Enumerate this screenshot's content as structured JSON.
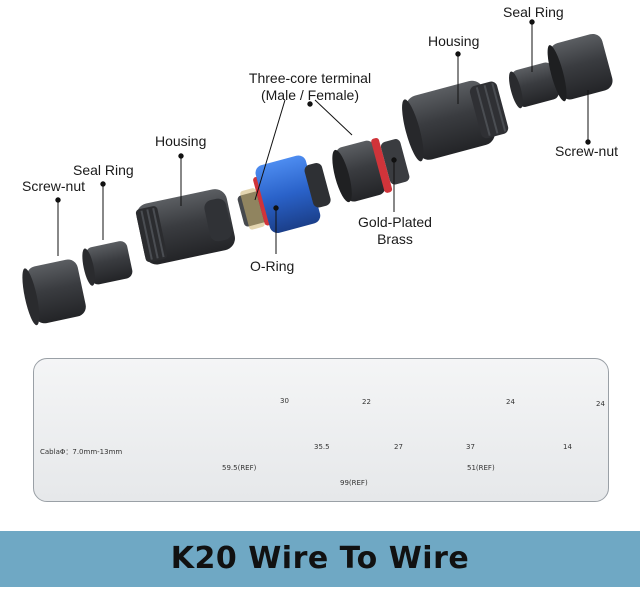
{
  "labels": {
    "screw_nut_left": "Screw-nut",
    "seal_ring_left": "Seal Ring",
    "housing_left": "Housing",
    "terminal": "Three-core terminal\n(Male / Female)",
    "terminal_line1": "Three-core terminal",
    "terminal_line2": "(Male / Female)",
    "o_ring": "O-Ring",
    "gold_line1": "Gold-Plated",
    "gold_line2": "Brass",
    "housing_right": "Housing",
    "seal_ring_right": "Seal Ring",
    "screw_nut_right": "Screw-nut"
  },
  "dimensions": {
    "cable_range": "CablaΦ：7.0mm-13mm",
    "h_30": "30",
    "h_22": "22",
    "h_24a": "24",
    "h_24b": "24",
    "w_35_5": "35.5",
    "w_27": "27",
    "w_37": "37",
    "w_14": "14",
    "ref_59_5": "59.5(REF)",
    "ref_51": "51(REF)",
    "ref_99": "99(REF)"
  },
  "title": "K20 Wire To Wire",
  "colors": {
    "banner": "#6fa8c4",
    "body": "#3a3c3f",
    "accent_blue": "#2f6fd6",
    "accent_red": "#d0343a"
  }
}
